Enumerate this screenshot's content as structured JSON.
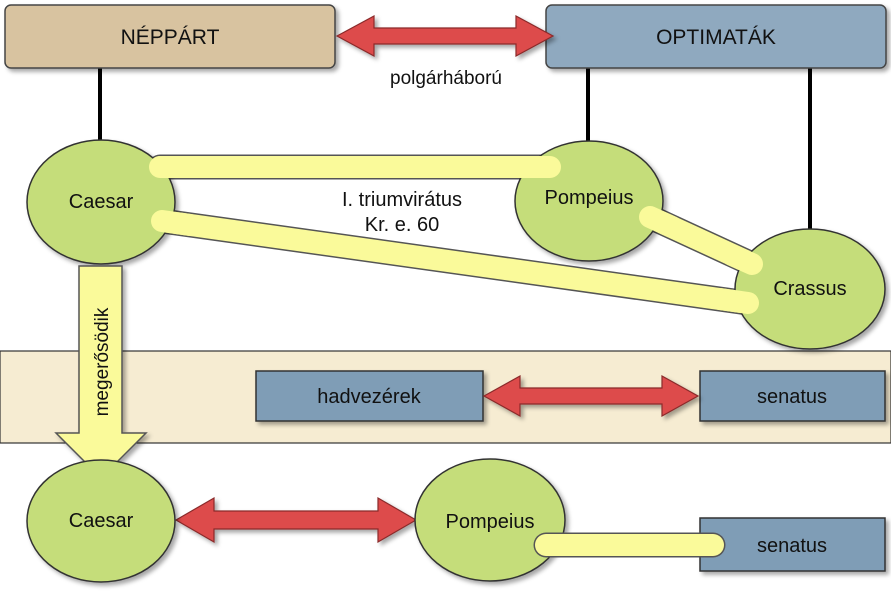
{
  "parties": {
    "populares": "NÉPPÁRT",
    "optimates": "OPTIMATÁK",
    "relation": "polgárháború"
  },
  "triumvirate": {
    "caesar": "Caesar",
    "pompeius": "Pompeius",
    "crassus": "Crassus",
    "label_line1": "I. triumvirátus",
    "label_line2": "Kr. e. 60"
  },
  "band": {
    "arrow_label": "megerősödik",
    "generals": "hadvezérek",
    "senate": "senatus"
  },
  "bottom": {
    "caesar": "Caesar",
    "pompeius": "Pompeius",
    "senate": "senatus"
  },
  "colors": {
    "populares_box": "#d8c3a0",
    "optimates_box": "#8fa9bf",
    "circle_fill": "#c5dd7a",
    "link_fill": "#fafa9a",
    "band_fill": "#f6ecd2",
    "arrow_red": "#dd4b4b",
    "blue_box": "#7f9db6"
  }
}
